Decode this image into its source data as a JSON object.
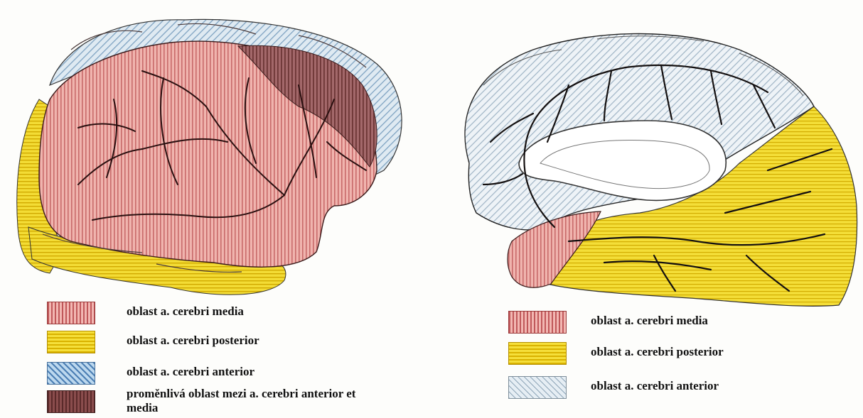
{
  "left_legend": {
    "items": [
      {
        "label": "oblast a. cerebri media",
        "swatch": "media"
      },
      {
        "label": "oblast a. cerebri posterior",
        "swatch": "posterior"
      },
      {
        "label": "oblast a. cerebri anterior",
        "swatch": "anterior"
      },
      {
        "label": "proměnlivá oblast mezi a. cerebri anterior et media",
        "swatch": "variable"
      }
    ]
  },
  "right_legend": {
    "items": [
      {
        "label": "oblast a. cerebri media",
        "swatch": "media"
      },
      {
        "label": "oblast a. cerebri posterior",
        "swatch": "posterior"
      },
      {
        "label": "oblast a. cerebri anterior",
        "swatch": "anterior-light"
      }
    ]
  },
  "colors": {
    "media": "#e9a3a0",
    "posterior": "#f1d322",
    "anterior": "#c3dcea",
    "variable": "#8b4a4a",
    "vessels": "#2a1010"
  },
  "views": {
    "left": "lateral hemisphere view",
    "right": "medial hemisphere view"
  }
}
